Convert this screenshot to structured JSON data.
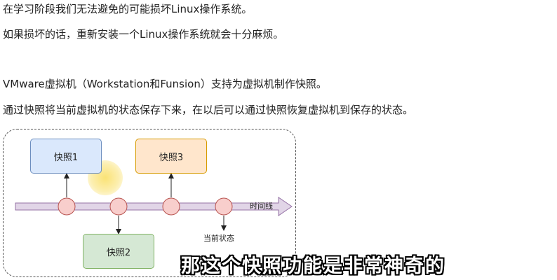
{
  "paragraphs": {
    "p1": "在学习阶段我们无法避免的可能损坏Linux操作系统。",
    "p2": "如果损坏的话，重新安装一个Linux操作系统就会十分麻烦。",
    "p3": "VMware虚拟机（Workstation和Funsion）支持为虚拟机制作快照。",
    "p4": "通过快照将当前虚拟机的状态保存下来，在以后可以通过快照恢复虚拟机到保存的状态。"
  },
  "diagram": {
    "snapshots": [
      "快照1",
      "快照2",
      "快照3"
    ],
    "timeline_label": "时间线",
    "current_state_label": "当前状态",
    "colors": {
      "snapshot1_fill": "#dae8fc",
      "snapshot2_fill": "#d5e8d4",
      "snapshot3_fill": "#ffe6cc",
      "node_fill": "#f8cecc",
      "timeline_fill": "#e1d5e7"
    }
  },
  "subtitle": "那这个快照功能是非常神奇的"
}
